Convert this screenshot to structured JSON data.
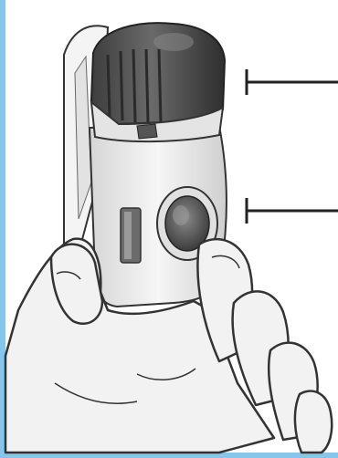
{
  "figure": {
    "subject": "hand-holding-inhaler",
    "callouts": [
      {
        "id": "cap",
        "label": ""
      },
      {
        "id": "button",
        "label": ""
      }
    ],
    "colors": {
      "frame": "#86c6ea",
      "cap": "#555555",
      "cap_dark": "#3a3a3a",
      "body": "#e9e9e9",
      "outline": "#333333",
      "skin": "#f1f1f1"
    }
  }
}
